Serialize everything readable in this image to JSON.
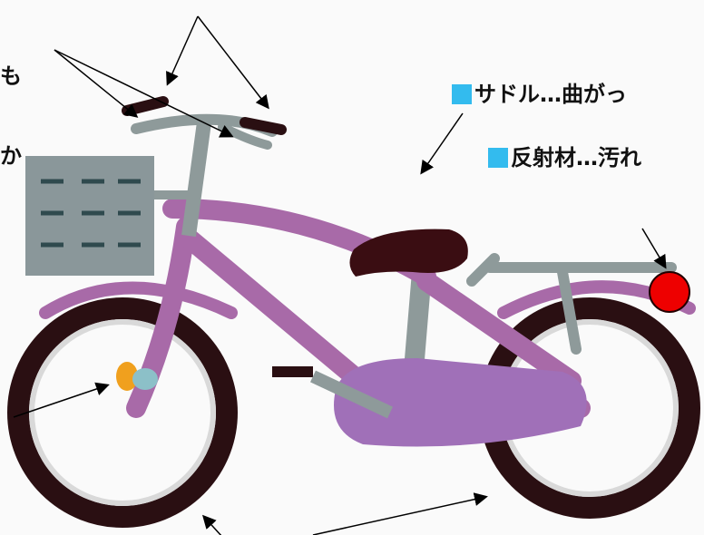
{
  "labels": {
    "left_top": "も",
    "left_mid": "か",
    "saddle": "サドル…曲がっ",
    "reflector": "反射材…汚れ"
  },
  "colors": {
    "marker_square": "#33bbee",
    "frame": "#a86aa8",
    "tire": "#2a0f12",
    "basket": "#8a979a",
    "saddle": "#3a0d12",
    "reflector": "#ee0000"
  }
}
